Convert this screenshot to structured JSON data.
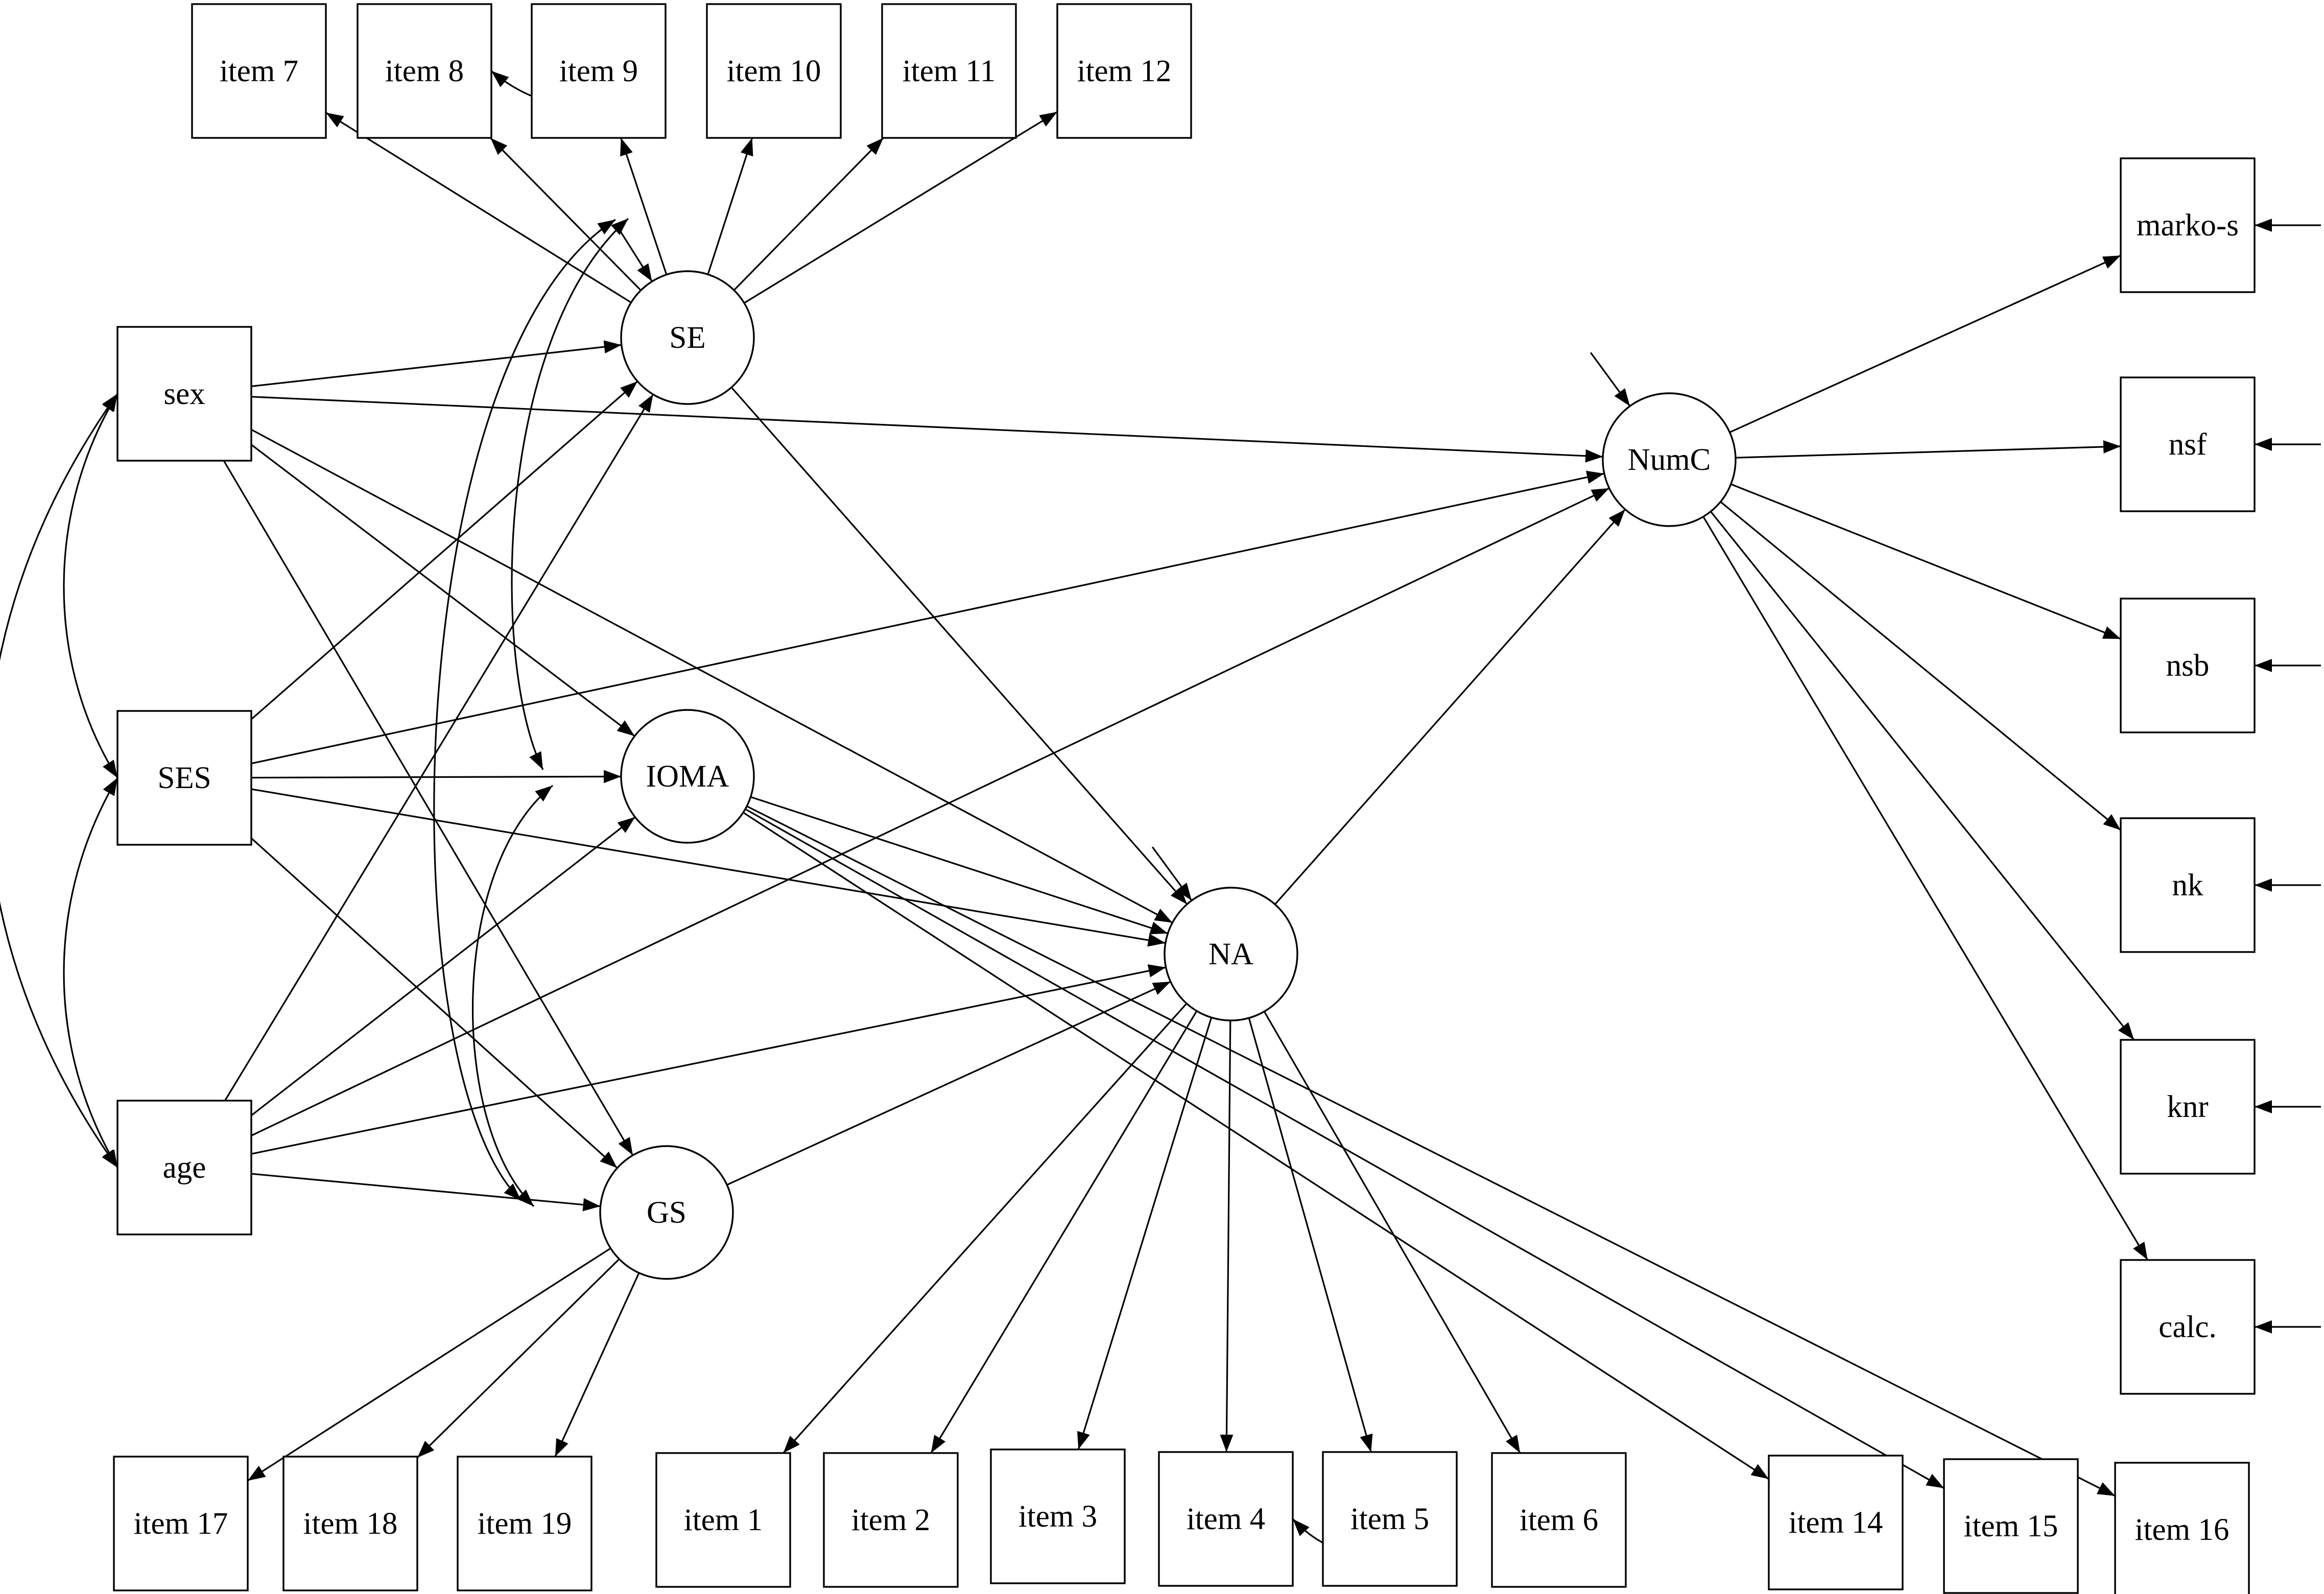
{
  "diagram": {
    "observed": [
      {
        "id": "item7",
        "label": "item 7"
      },
      {
        "id": "item8",
        "label": "item 8"
      },
      {
        "id": "item9",
        "label": "item 9"
      },
      {
        "id": "item10",
        "label": "item 10"
      },
      {
        "id": "item11",
        "label": "item 11"
      },
      {
        "id": "item12",
        "label": "item 12"
      },
      {
        "id": "sex",
        "label": "sex"
      },
      {
        "id": "ses",
        "label": "SES"
      },
      {
        "id": "age",
        "label": "age"
      },
      {
        "id": "markos",
        "label": "marko-s"
      },
      {
        "id": "nsf",
        "label": "nsf"
      },
      {
        "id": "nsb",
        "label": "nsb"
      },
      {
        "id": "nk",
        "label": "nk"
      },
      {
        "id": "knr",
        "label": "knr"
      },
      {
        "id": "calc",
        "label": "calc."
      },
      {
        "id": "item17",
        "label": "item 17"
      },
      {
        "id": "item18",
        "label": "item 18"
      },
      {
        "id": "item19",
        "label": "item 19"
      },
      {
        "id": "item1",
        "label": "item 1"
      },
      {
        "id": "item2",
        "label": "item 2"
      },
      {
        "id": "item3",
        "label": "item 3"
      },
      {
        "id": "item4",
        "label": "item 4"
      },
      {
        "id": "item5",
        "label": "item 5"
      },
      {
        "id": "item6",
        "label": "item 6"
      },
      {
        "id": "item14",
        "label": "item 14"
      },
      {
        "id": "item15",
        "label": "item 15"
      },
      {
        "id": "item16",
        "label": "item 16"
      }
    ],
    "latent": [
      {
        "id": "SE",
        "label": "SE"
      },
      {
        "id": "IOMA",
        "label": "IOMA"
      },
      {
        "id": "NA",
        "label": "NA"
      },
      {
        "id": "GS",
        "label": "GS"
      },
      {
        "id": "NumC",
        "label": "NumC"
      }
    ],
    "paths": [
      [
        "SE",
        "item7"
      ],
      [
        "SE",
        "item8"
      ],
      [
        "SE",
        "item9"
      ],
      [
        "SE",
        "item10"
      ],
      [
        "SE",
        "item11"
      ],
      [
        "SE",
        "item12"
      ],
      [
        "sex",
        "SE"
      ],
      [
        "sex",
        "NumC"
      ],
      [
        "sex",
        "IOMA"
      ],
      [
        "sex",
        "NA"
      ],
      [
        "sex",
        "GS"
      ],
      [
        "ses",
        "SE"
      ],
      [
        "ses",
        "IOMA"
      ],
      [
        "ses",
        "NA"
      ],
      [
        "ses",
        "NumC"
      ],
      [
        "ses",
        "GS"
      ],
      [
        "age",
        "SE"
      ],
      [
        "age",
        "IOMA"
      ],
      [
        "age",
        "NA"
      ],
      [
        "age",
        "NumC"
      ],
      [
        "age",
        "GS"
      ],
      [
        "SE",
        "NA"
      ],
      [
        "IOMA",
        "NA"
      ],
      [
        "GS",
        "NA"
      ],
      [
        "NA",
        "NumC"
      ],
      [
        "NumC",
        "markos"
      ],
      [
        "NumC",
        "nsf"
      ],
      [
        "NumC",
        "nsb"
      ],
      [
        "NumC",
        "nk"
      ],
      [
        "NumC",
        "knr"
      ],
      [
        "NumC",
        "calc"
      ],
      [
        "NA",
        "item1"
      ],
      [
        "NA",
        "item2"
      ],
      [
        "NA",
        "item3"
      ],
      [
        "NA",
        "item4"
      ],
      [
        "NA",
        "item5"
      ],
      [
        "NA",
        "item6"
      ],
      [
        "IOMA",
        "item14"
      ],
      [
        "IOMA",
        "item15"
      ],
      [
        "IOMA",
        "item16"
      ],
      [
        "GS",
        "item17"
      ],
      [
        "GS",
        "item18"
      ],
      [
        "GS",
        "item19"
      ]
    ],
    "covariances": [
      [
        "item8",
        "item9"
      ],
      [
        "item4",
        "item5"
      ],
      [
        "sex",
        "ses"
      ],
      [
        "ses",
        "age"
      ],
      [
        "sex",
        "age"
      ],
      [
        "SE",
        "IOMA"
      ],
      [
        "SE",
        "GS"
      ],
      [
        "IOMA",
        "GS"
      ]
    ],
    "disturbances": [
      "SE",
      "NA",
      "NumC",
      "markos",
      "nsf",
      "nsb",
      "nk",
      "knr",
      "calc"
    ]
  }
}
